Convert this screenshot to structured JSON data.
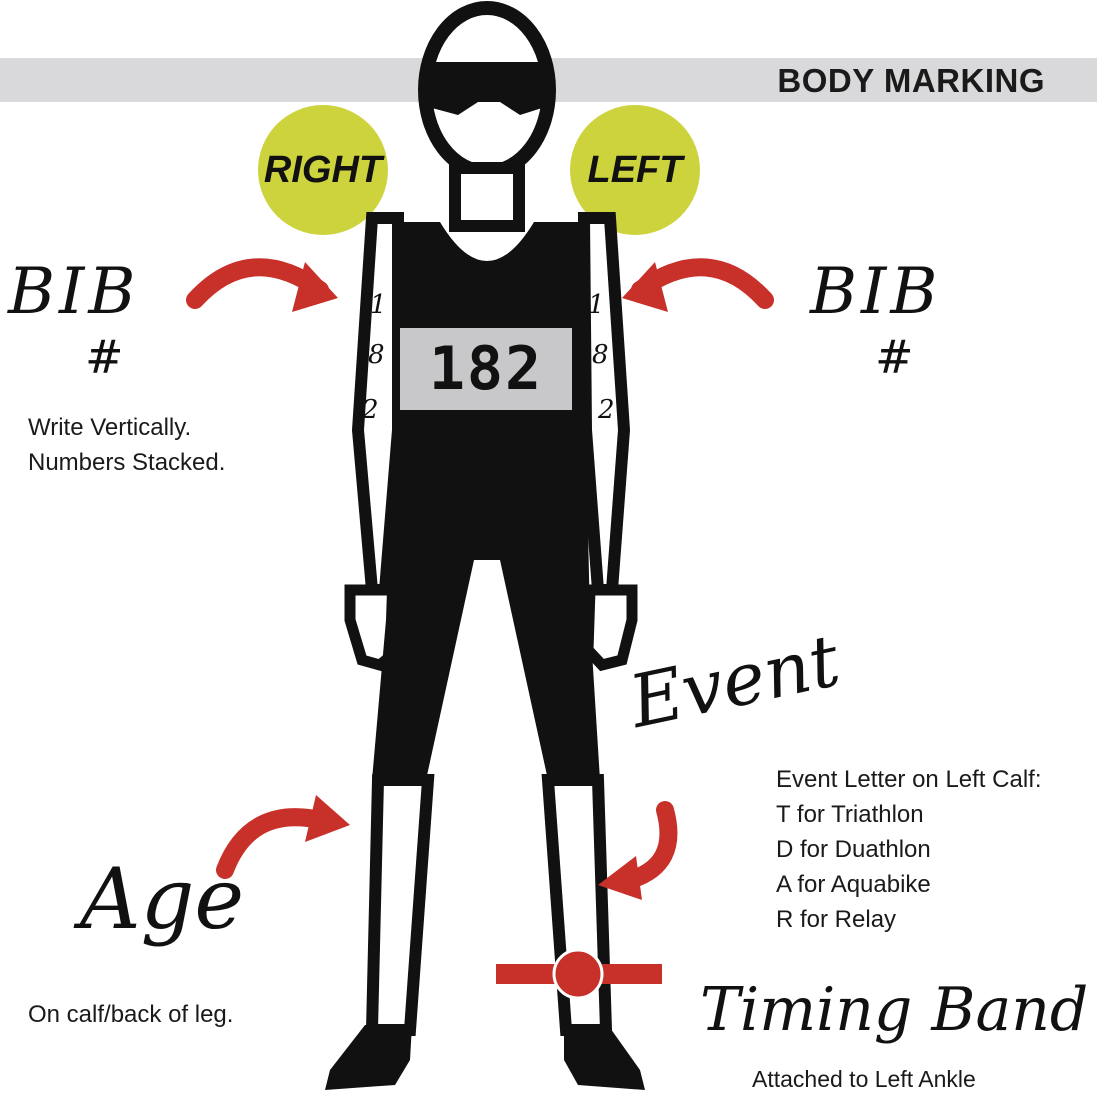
{
  "header": {
    "title": "BODY MARKING"
  },
  "sides": {
    "right": "RIGHT",
    "left": "LEFT"
  },
  "bib": {
    "number": "182",
    "right_label": "BIB",
    "right_hash": "#",
    "left_label": "BIB",
    "left_hash": "#",
    "arm_digits": [
      "1",
      "8",
      "2"
    ],
    "instructions": [
      "Write Vertically.",
      "Numbers Stacked."
    ]
  },
  "age": {
    "label": "Age",
    "note": "On calf/back of leg."
  },
  "event": {
    "label": "Event",
    "lines": [
      "Event Letter on Left Calf:",
      "T for Triathlon",
      "D for Duathlon",
      "A for Aquabike",
      "R for Relay"
    ]
  },
  "timing": {
    "label": "Timing Band",
    "note": "Attached to Left Ankle"
  },
  "colors": {
    "accent_red": "#c8302a",
    "circle_yellow": "#cdd33d",
    "banner_gray": "#d9d9db",
    "bib_gray": "#c8c8ca"
  }
}
